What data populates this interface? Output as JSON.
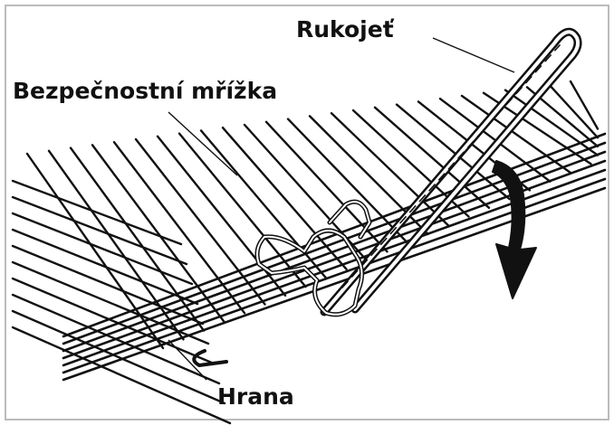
{
  "diagram": {
    "labels": {
      "handle": "Rukojeť",
      "grate": "Bezpečnostní mřížka",
      "edge": "Hrana"
    },
    "colors": {
      "ink": "#111111",
      "background": "#ffffff",
      "border": "#bbbbbb"
    }
  }
}
